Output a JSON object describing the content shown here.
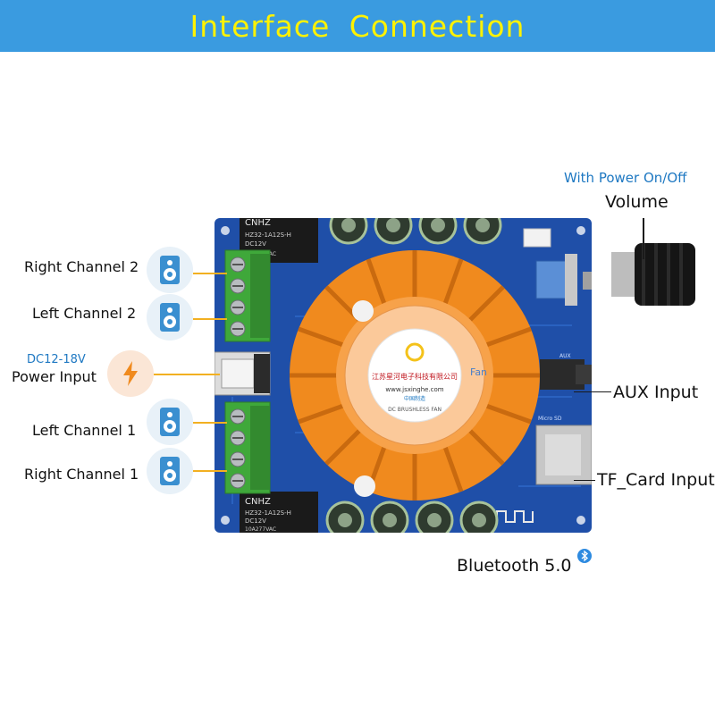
{
  "header": {
    "title": "Interface Connection"
  },
  "labels": {
    "right_channel_2": "Right Channel 2",
    "left_channel_2": "Left Channel 2",
    "power_voltage": "DC12-18V",
    "power_input": "Power Input",
    "left_channel_1": "Left Channel 1",
    "right_channel_1": "Right Channel 1",
    "volume_note": "With Power On/Off",
    "volume": "Volume",
    "aux_input": "AUX Input",
    "tf_card_input": "TF_Card Input",
    "bluetooth": "Bluetooth 5.0"
  },
  "board_print": {
    "relay_brand": "CNHZ",
    "relay_top_model": "HZ32-1A12S-H",
    "relay_bottom_model": "HZ32-1A12S-H",
    "relay_coil": "DC12V",
    "relay_rating": "10A277VAC",
    "fan_brand": "江苏星河电子科技有限公司",
    "fan_url": "www.jsxinghe.com",
    "fan_origin": "中国制造",
    "fan_type": "DC BRUSHLESS FAN",
    "fan_label": "Fan",
    "aux_silk": "AUX",
    "sd_silk": "Micro SD"
  },
  "colors": {
    "banner": "#3a9be0",
    "banner_text": "#fff200",
    "pcb": "#1f4fa8",
    "heatsink": "#f08a1e",
    "terminal": "#3fa83a",
    "leader": "#f2b021",
    "accent_blue": "#1e78c2"
  },
  "icons": {
    "speaker": "speaker-icon",
    "power": "lightning-bolt-icon",
    "bluetooth": "bluetooth-icon"
  }
}
